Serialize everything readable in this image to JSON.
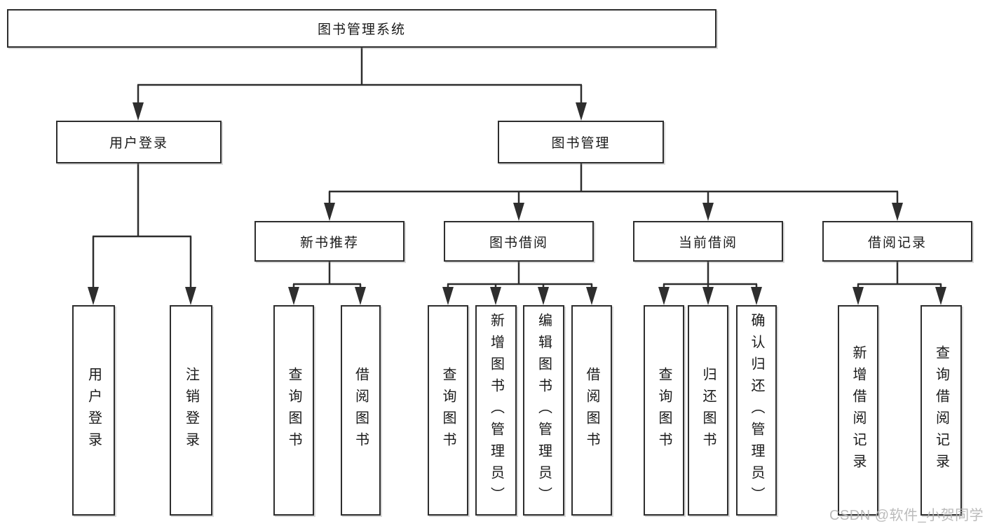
{
  "diagram_title": "图书管理系统",
  "tree": {
    "label": "图书管理系统",
    "children": [
      {
        "label": "用户登录",
        "children": [
          {
            "label": "用户登录"
          },
          {
            "label": "注销登录"
          }
        ]
      },
      {
        "label": "图书管理",
        "children": [
          {
            "label": "新书推荐",
            "children": [
              {
                "label": "查询图书"
              },
              {
                "label": "借阅图书"
              }
            ]
          },
          {
            "label": "图书借阅",
            "children": [
              {
                "label": "查询图书"
              },
              {
                "label": "新增图书（管理员）"
              },
              {
                "label": "编辑图书（管理员）"
              },
              {
                "label": "借阅图书"
              }
            ]
          },
          {
            "label": "当前借阅",
            "children": [
              {
                "label": "查询图书"
              },
              {
                "label": "归还图书"
              },
              {
                "label": "确认归还（管理员）"
              }
            ]
          },
          {
            "label": "借阅记录",
            "children": [
              {
                "label": "新增借阅记录"
              },
              {
                "label": "查询借阅记录"
              }
            ]
          }
        ]
      }
    ]
  },
  "watermark": {
    "text": "CSDN @软件_小贺同学"
  },
  "colors": {
    "line": "#2e2e2e",
    "box_border": "#2e2e2e",
    "text": "#1a1a1a",
    "watermark": "#b4b4b4",
    "background": "#ffffff"
  }
}
